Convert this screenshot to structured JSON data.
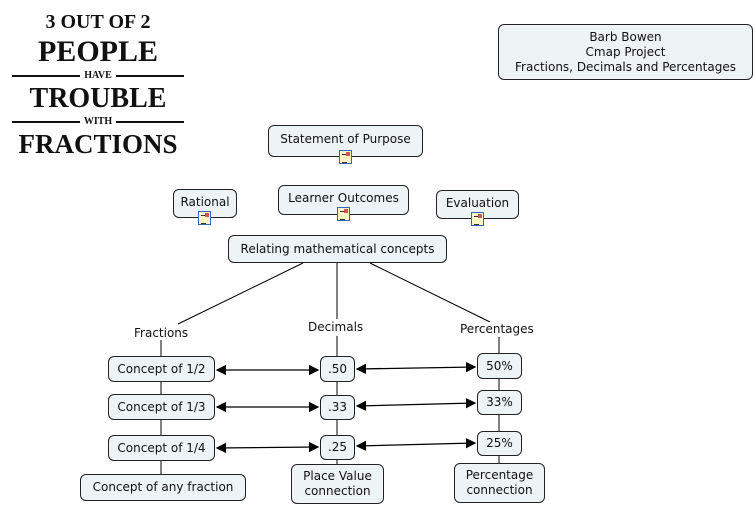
{
  "logo": {
    "line1": "3 OUT OF 2",
    "line2": "PEOPLE",
    "line3": "HAVE",
    "line4": "TROUBLE",
    "line5": "WITH",
    "line6": "FRACTIONS"
  },
  "info": {
    "name": "Barb Bowen",
    "project": "Cmap Project",
    "topic": "Fractions, Decimals and Percentages"
  },
  "nodes": {
    "purpose": "Statement of Purpose",
    "rational": "Rational",
    "outcomes": "Learner Outcomes",
    "evaluation": "Evaluation",
    "relating": "Relating mathematical concepts",
    "c12": "Concept of 1/2",
    "c13": "Concept of 1/3",
    "c14": "Concept of 1/4",
    "cany": "Concept of any fraction",
    "d50": ".50",
    "d33": ".33",
    "d25": ".25",
    "place": "Place Value connection",
    "p50": "50%",
    "p33": "33%",
    "p25": "25%",
    "pconn": "Percentage connection"
  },
  "links": {
    "fractions": "Fractions",
    "decimals": "Decimals",
    "percentages": "Percentages"
  }
}
